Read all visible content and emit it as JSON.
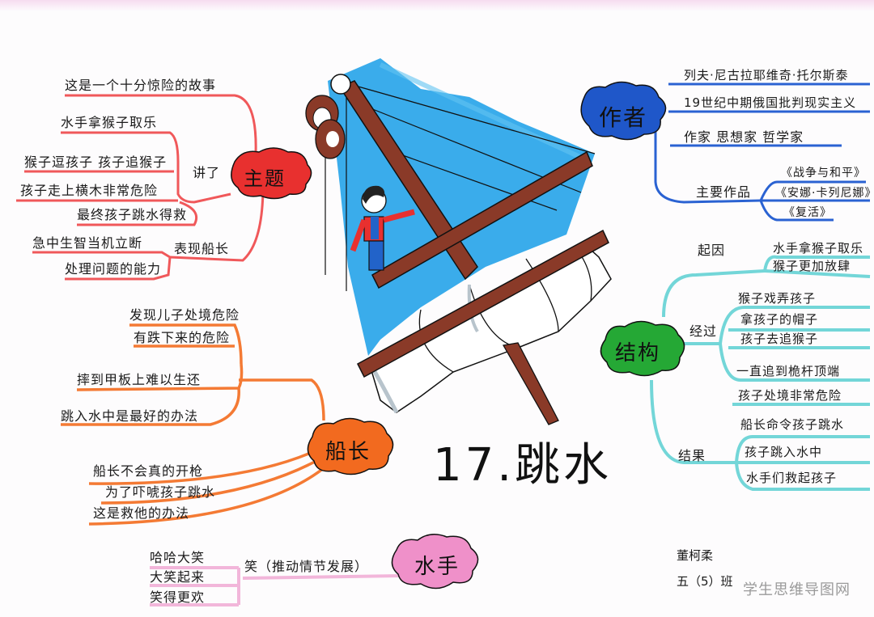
{
  "title": "17.跳水",
  "colors": {
    "theme_red": "#e8302f",
    "author_blue": "#1f57c9",
    "structure_teal": "#66d3d6",
    "structure_green": "#25a835",
    "captain_orange": "#f26a1f",
    "sailor_pink": "#ef90c9",
    "sail_blue": "#2fa8ea",
    "mast_brown": "#8a3a28"
  },
  "theme": {
    "label": "主题",
    "summary": "这是一个十分惊险的故事",
    "told_label": "讲了",
    "told": [
      "水手拿猴子取乐",
      "猴子逗孩子 孩子追猴子",
      "孩子走上横木非常危险",
      "最终孩子跳水得救"
    ],
    "shows_label": "表现船长",
    "shows": [
      "急中生智当机立断",
      "处理问题的能力"
    ]
  },
  "author": {
    "label": "作者",
    "lines": [
      "列夫·尼古拉耶维奇·托尔斯泰",
      "19世纪中期俄国批判现实主义",
      "作家 思想家 哲学家"
    ],
    "works_label": "主要作品",
    "works": [
      "《战争与和平》",
      "《安娜·卡列尼娜》",
      "《复活》"
    ]
  },
  "structure": {
    "label": "结构",
    "cause_label": "起因",
    "cause": [
      "水手拿猴子取乐",
      "猴子更加放肆"
    ],
    "process_label": "经过",
    "process": [
      "猴子戏弄孩子",
      "拿孩子的帽子",
      "孩子去追猴子",
      "一直追到桅杆顶端",
      "孩子处境非常危险"
    ],
    "result_label": "结果",
    "result": [
      "船长命令孩子跳水",
      "孩子跳入水中",
      "水手们救起孩子"
    ]
  },
  "captain": {
    "label": "船长",
    "upper": [
      "发现儿子处境危险",
      "有跌下来的危险",
      "摔到甲板上难以生还",
      "跳入水中是最好的办法"
    ],
    "lower": [
      "船长不会真的开枪",
      "为了吓唬孩子跳水",
      "这是救他的办法"
    ]
  },
  "sailors": {
    "label": "水手",
    "laugh_label": "笑（推动情节发展）",
    "laughs": [
      "哈哈大笑",
      "大笑起来",
      "笑得更欢"
    ]
  },
  "signature": {
    "name": "董柯柔",
    "class": "五（5）班"
  },
  "watermark": "学生思维导图网"
}
